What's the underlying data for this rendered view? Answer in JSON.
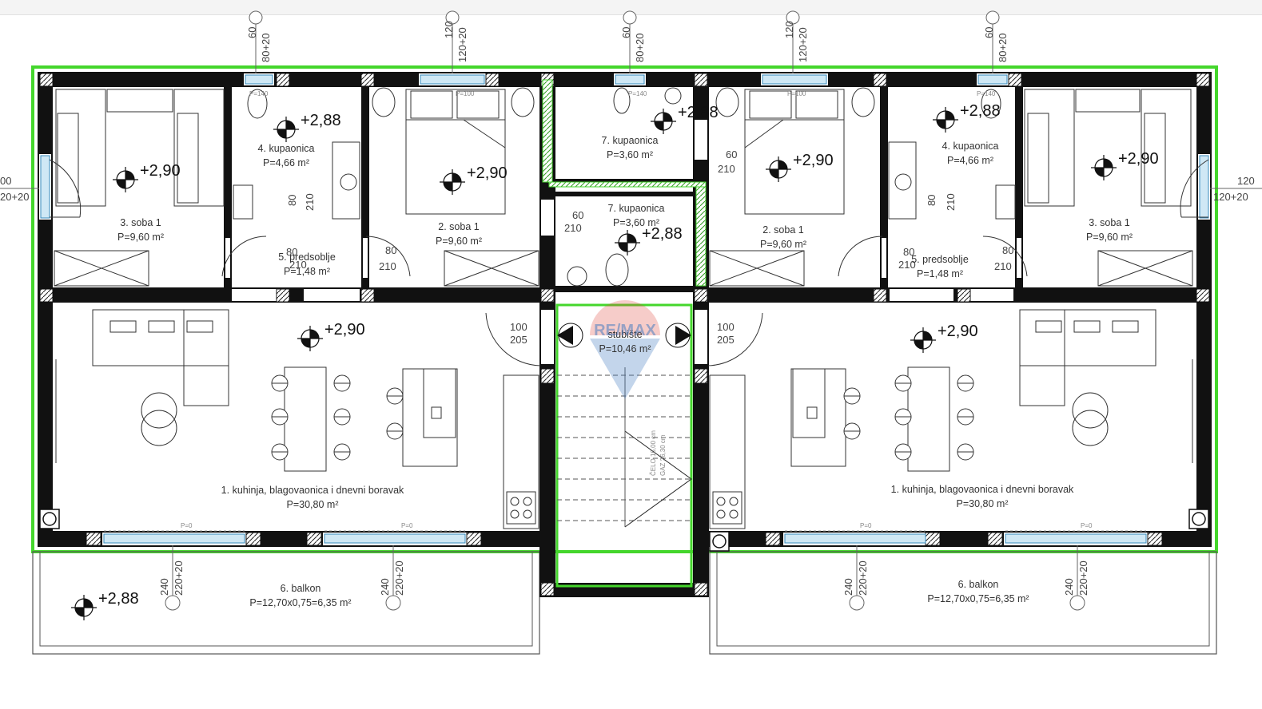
{
  "rooms": [
    {
      "name": "3. soba 1",
      "area": "P=9,60 m²"
    },
    {
      "name": "4. kupaonica",
      "area": "P=4,66 m²"
    },
    {
      "name": "2. soba 1",
      "area": "P=9,60 m²"
    },
    {
      "name": "7. kupaonica",
      "area": "P=3,60 m²"
    },
    {
      "name": "7. kupaonica",
      "area": "P=3,60 m²"
    },
    {
      "name": "2. soba 1",
      "area": "P=9,60 m²"
    },
    {
      "name": "4. kupaonica",
      "area": "P=4,66 m²"
    },
    {
      "name": "3. soba 1",
      "area": "P=9,60 m²"
    },
    {
      "name": "5. predsoblje",
      "area": "P=1,48 m²"
    },
    {
      "name": "5. predsoblje",
      "area": "P=1,48 m²"
    },
    {
      "name": "stubište",
      "area": "P=10,46 m²"
    },
    {
      "name": "1. kuhinja, blagovaonica i dnevni boravak",
      "area": "P=30,80 m²"
    },
    {
      "name": "1. kuhinja, blagovaonica i dnevni boravak",
      "area": "P=30,80 m²"
    },
    {
      "name": "6. balkon",
      "area": "P=12,70x0,75=6,35 m²"
    },
    {
      "name": "6. balkon",
      "area": "P=12,70x0,75=6,35 m²"
    }
  ],
  "levels": [
    "+2,90",
    "+2,88",
    "+2,90",
    "+2,88",
    "+2,90",
    "+2,88",
    "+2,90",
    "+2,90",
    "+2,90",
    "+2,88",
    "+2,88"
  ],
  "window_dims_top": [
    "60",
    "80+20",
    "120",
    "120+20",
    "60",
    "80+20",
    "120",
    "120+20",
    "60",
    "80+20"
  ],
  "window_dims_side": [
    "00",
    "20+20",
    "120",
    "120+20"
  ],
  "door_dims": [
    "80",
    "210",
    "80",
    "210",
    "80",
    "210",
    "60",
    "210",
    "60",
    "210",
    "80",
    "210",
    "80",
    "210",
    "80",
    "210",
    "100",
    "205",
    "100",
    "205"
  ],
  "balcony_dims": [
    "240",
    "220+20",
    "240",
    "220+20",
    "240",
    "220+20",
    "240",
    "220+20"
  ],
  "small_labels": [
    "P=140",
    "P=100",
    "P=140",
    "P=100",
    "P=140",
    "P=0",
    "P=0",
    "P=0",
    "P=0"
  ],
  "stair_note": [
    "ČELO 16,00 cm",
    "GAZ 26,30 cm"
  ],
  "watermark": "RE/MAX",
  "colors": {
    "wall": "#111111",
    "outline_green": "#44d62c",
    "window_blue": "#a9d5ec",
    "watermark_blue": "#4a7fc1",
    "watermark_red": "#e0453a"
  }
}
